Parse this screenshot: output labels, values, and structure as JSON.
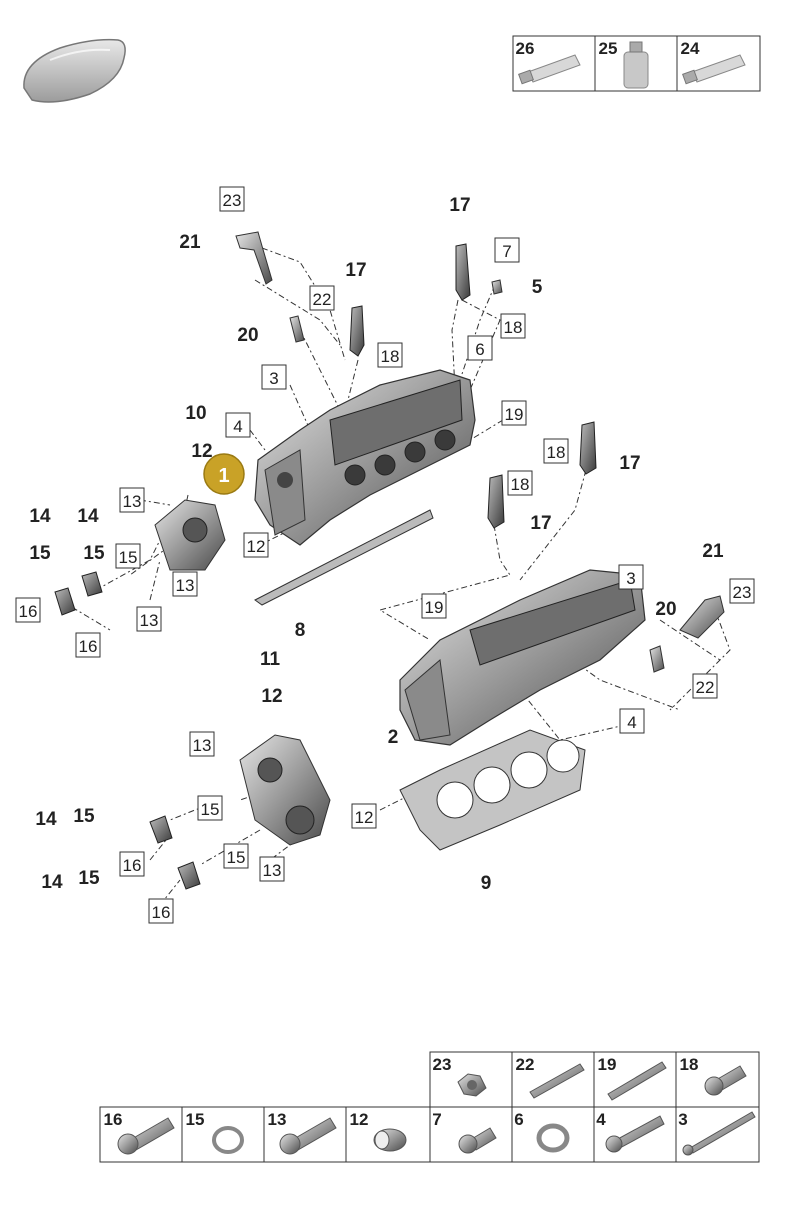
{
  "callout": {
    "label": "1",
    "color": "#c9a227"
  },
  "top_legend": [
    {
      "number": "26",
      "icon": "grease-tube-icon"
    },
    {
      "number": "25",
      "icon": "bottle-icon"
    },
    {
      "number": "24",
      "icon": "sealant-tube-icon"
    }
  ],
  "upper_assembly": {
    "labels": [
      "23",
      "21",
      "20",
      "22",
      "17",
      "18",
      "7",
      "5",
      "18",
      "6",
      "17",
      "3",
      "4",
      "19",
      "10",
      "12",
      "13",
      "14",
      "15",
      "14",
      "15",
      "15",
      "16",
      "13",
      "16",
      "13",
      "12",
      "8"
    ]
  },
  "lower_assembly": {
    "labels": [
      "18",
      "17",
      "18",
      "17",
      "21",
      "23",
      "3",
      "20",
      "19",
      "22",
      "4",
      "2",
      "11",
      "12",
      "13",
      "15",
      "14",
      "15",
      "15",
      "14",
      "16",
      "13",
      "15",
      "16",
      "12",
      "9"
    ]
  },
  "bottom_legend_row1": [
    {
      "number": "23",
      "icon": "hex-nut-icon"
    },
    {
      "number": "22",
      "icon": "stud-bolt-icon"
    },
    {
      "number": "19",
      "icon": "long-stud-icon"
    },
    {
      "number": "18",
      "icon": "flange-bolt-icon"
    }
  ],
  "bottom_legend_row2": [
    {
      "number": "16",
      "icon": "hex-bolt-icon"
    },
    {
      "number": "15",
      "icon": "seal-ring-icon"
    },
    {
      "number": "13",
      "icon": "socket-bolt-icon"
    },
    {
      "number": "12",
      "icon": "dowel-sleeve-icon"
    },
    {
      "number": "7",
      "icon": "short-bolt-icon"
    },
    {
      "number": "6",
      "icon": "washer-icon"
    },
    {
      "number": "4",
      "icon": "collar-bolt-icon"
    },
    {
      "number": "3",
      "icon": "long-bolt-icon"
    }
  ]
}
